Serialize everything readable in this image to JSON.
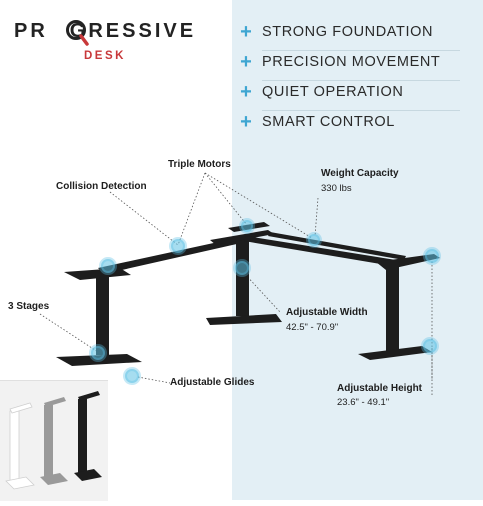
{
  "brand": {
    "name_pre": "PR",
    "name_post": "GRESSIVE",
    "sub": "DESK",
    "accent": "#c8383a",
    "icon": "magnifier-o-icon"
  },
  "features": [
    {
      "label": "STRONG FOUNDATION",
      "icon": "plus-icon"
    },
    {
      "label": "PRECISION MOVEMENT",
      "icon": "plus-icon"
    },
    {
      "label": "QUIET OPERATION",
      "icon": "plus-icon"
    },
    {
      "label": "SMART CONTROL",
      "icon": "plus-icon"
    }
  ],
  "callouts": {
    "triple_motors": "Triple Motors",
    "collision_detection": "Collision Detection",
    "weight_capacity": "Weight Capacity",
    "weight_capacity_value": "330 lbs",
    "three_stages": "3 Stages",
    "adjustable_width": "Adjustable Width",
    "adjustable_width_value": "42.5\" - 70.9\"",
    "adjustable_glides": "Adjustable Glides",
    "adjustable_height": "Adjustable Height",
    "adjustable_height_value": "23.6\" - 49.1\""
  },
  "colors": {
    "panel": "#e3eff5",
    "plus": "#3ea6d2",
    "frame": "#1d1d1d",
    "hotspot": "#5cc1e4"
  },
  "thumbnails": [
    "white",
    "gray",
    "black"
  ]
}
